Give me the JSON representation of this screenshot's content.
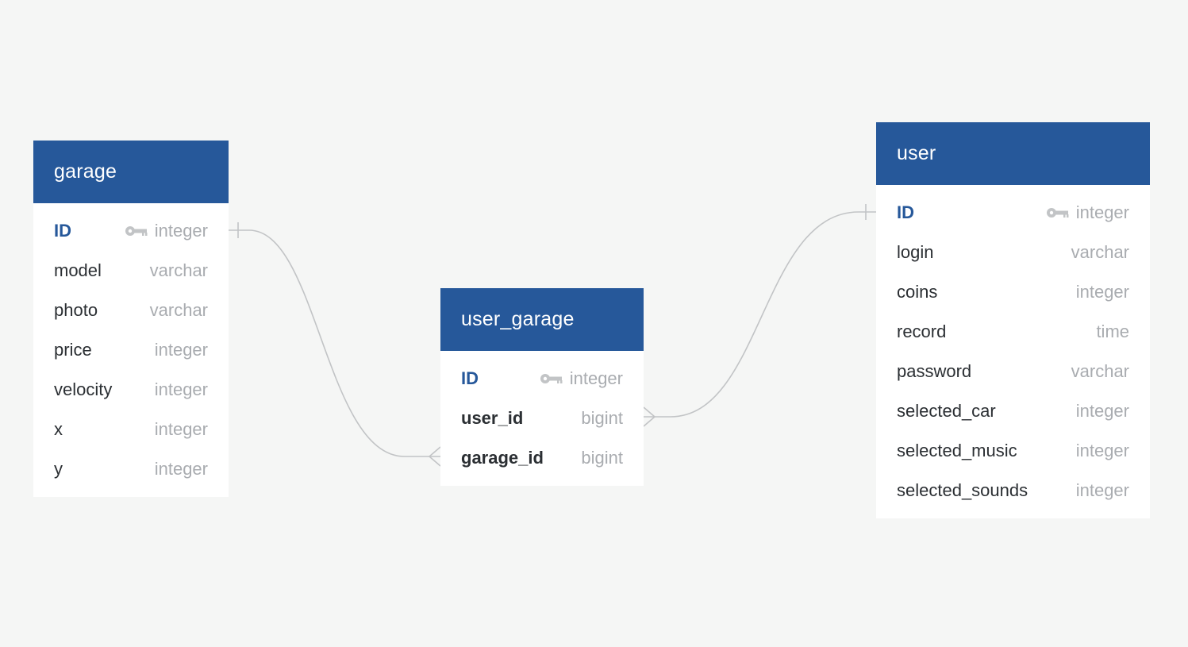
{
  "diagram": {
    "tables": {
      "garage": {
        "title": "garage",
        "columns": [
          {
            "name": "ID",
            "type": "integer",
            "primary_key": true
          },
          {
            "name": "model",
            "type": "varchar"
          },
          {
            "name": "photo",
            "type": "varchar"
          },
          {
            "name": "price",
            "type": "integer"
          },
          {
            "name": "velocity",
            "type": "integer"
          },
          {
            "name": "x",
            "type": "integer"
          },
          {
            "name": "y",
            "type": "integer"
          }
        ]
      },
      "user_garage": {
        "title": "user_garage",
        "columns": [
          {
            "name": "ID",
            "type": "integer",
            "primary_key": true
          },
          {
            "name": "user_id",
            "type": "bigint",
            "foreign_key": true
          },
          {
            "name": "garage_id",
            "type": "bigint",
            "foreign_key": true
          }
        ]
      },
      "user": {
        "title": "user",
        "columns": [
          {
            "name": "ID",
            "type": "integer",
            "primary_key": true
          },
          {
            "name": "login",
            "type": "varchar"
          },
          {
            "name": "coins",
            "type": "integer"
          },
          {
            "name": "record",
            "type": "time"
          },
          {
            "name": "password",
            "type": "varchar"
          },
          {
            "name": "selected_car",
            "type": "integer"
          },
          {
            "name": "selected_music",
            "type": "integer"
          },
          {
            "name": "selected_sounds",
            "type": "integer"
          }
        ]
      }
    },
    "relationships": [
      {
        "from_table": "garage",
        "from_column": "ID",
        "from_cardinality": "one",
        "to_table": "user_garage",
        "to_column": "garage_id",
        "to_cardinality": "many"
      },
      {
        "from_table": "user",
        "from_column": "ID",
        "from_cardinality": "one",
        "to_table": "user_garage",
        "to_column": "user_id",
        "to_cardinality": "many"
      }
    ],
    "icons": {
      "primary_key": "key-icon"
    },
    "colors": {
      "background": "#f5f6f5",
      "header": "#26589a",
      "header_text": "#ffffff",
      "primary_key_text": "#26589a",
      "column_text": "#2b2f33",
      "type_text": "#a9acb0",
      "connector": "#c2c4c6"
    }
  }
}
